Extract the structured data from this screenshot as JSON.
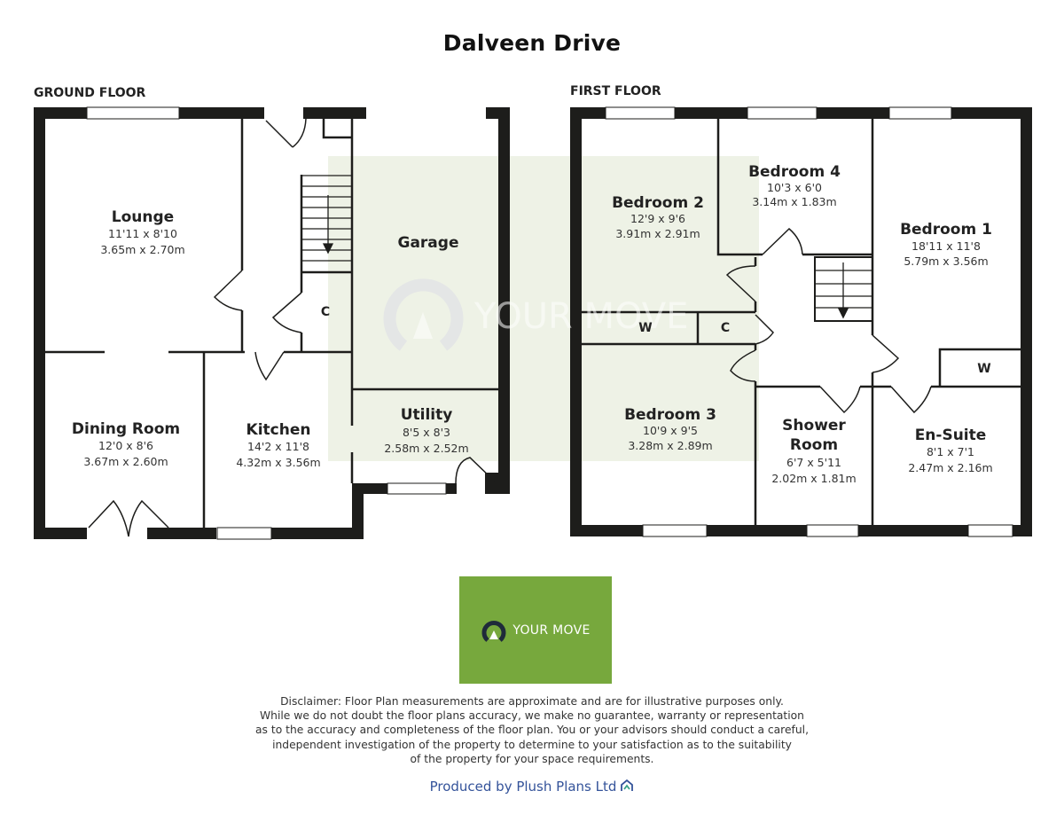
{
  "title": "Dalveen Drive",
  "ground_floor": {
    "label": "GROUND FLOOR",
    "rooms": {
      "lounge": {
        "name": "Lounge",
        "imperial": "11'11 x 8'10",
        "metric": "3.65m x 2.70m"
      },
      "garage": {
        "name": "Garage"
      },
      "dining": {
        "name": "Dining Room",
        "imperial": "12'0 x 8'6",
        "metric": "3.67m x 2.60m"
      },
      "kitchen": {
        "name": "Kitchen",
        "imperial": "14'2 x 11'8",
        "metric": "4.32m x 3.56m"
      },
      "utility": {
        "name": "Utility",
        "imperial": "8'5 x 8'3",
        "metric": "2.58m x 2.52m"
      }
    },
    "tags": {
      "cupboard": "C"
    }
  },
  "first_floor": {
    "label": "FIRST FLOOR",
    "rooms": {
      "bedroom2": {
        "name": "Bedroom 2",
        "imperial": "12'9 x 9'6",
        "metric": "3.91m x 2.91m"
      },
      "bedroom4": {
        "name": "Bedroom 4",
        "imperial": "10'3 x 6'0",
        "metric": "3.14m x 1.83m"
      },
      "bedroom1": {
        "name": "Bedroom 1",
        "imperial": "18'11 x 11'8",
        "metric": "5.79m x 3.56m"
      },
      "bedroom3": {
        "name": "Bedroom 3",
        "imperial": "10'9 x 9'5",
        "metric": "3.28m x 2.89m"
      },
      "shower_l1": "Shower",
      "shower_l2": "Room",
      "shower": {
        "imperial": "6'7 x 5'11",
        "metric": "2.02m x 1.81m"
      },
      "ensuite": {
        "name": "En-Suite",
        "imperial": "8'1 x 7'1",
        "metric": "2.47m x 2.16m"
      }
    },
    "tags": {
      "wardrobe": "W",
      "cupboard": "C",
      "wardrobe2": "W"
    }
  },
  "watermark": {
    "text": "YOUR MOVE"
  },
  "logo": {
    "text": "YOUR MOVE",
    "bg_color": "#77a83d",
    "icon_color": "#1f2a3a"
  },
  "disclaimer": [
    "Disclaimer: Floor Plan measurements are approximate and are for illustrative purposes only.",
    "While we do not doubt the floor plans accuracy, we make no guarantee, warranty or representation",
    "as to the accuracy and completeness of the floor plan. You or your advisors should conduct a careful,",
    "independent investigation of the property to determine to your satisfaction as to the suitability",
    "of the property for your space requirements."
  ],
  "produced_by": "Produced by Plush Plans Ltd",
  "colors": {
    "wall": "#1d1d1b",
    "watermark_tint": "#eef2e6",
    "credit": "#34539a"
  }
}
